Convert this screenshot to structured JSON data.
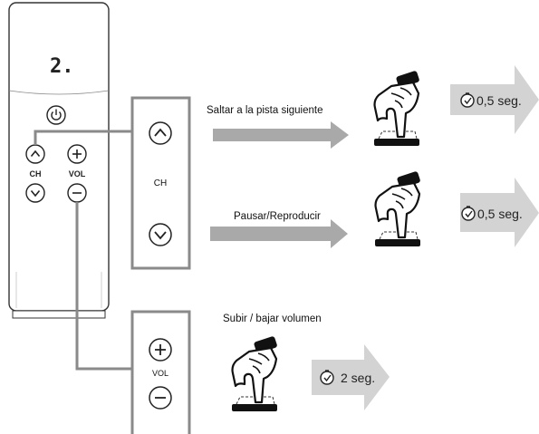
{
  "remote": {
    "display": "2.",
    "ch_label": "CH",
    "vol_label": "VOL"
  },
  "ch_panel": {
    "label": "CH"
  },
  "vol_panel": {
    "label": "VOL"
  },
  "steps": [
    {
      "text": "Saltar a la pista siguiente",
      "time": "0,5 seg."
    },
    {
      "text": "Pausar/Reproducir",
      "time": "0,5 seg."
    },
    {
      "text": "Subir / bajar volumen",
      "time": "2 seg."
    }
  ],
  "icons": [
    "power-icon",
    "chevron-up-icon",
    "chevron-down-icon",
    "plus-icon",
    "minus-icon",
    "hand-press-icon",
    "clock-icon",
    "arrow-right-icon"
  ]
}
